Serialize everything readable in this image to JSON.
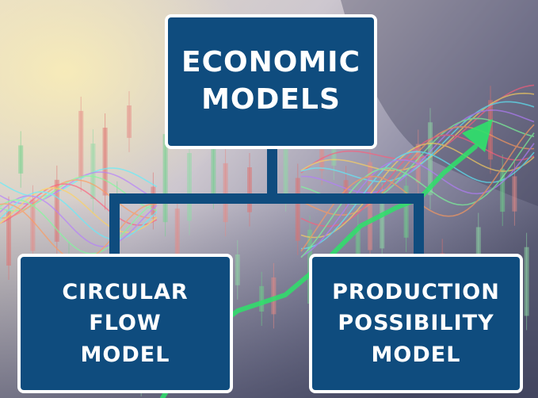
{
  "diagram": {
    "root": {
      "lines": [
        "ECONOMIC",
        "MODELS"
      ]
    },
    "children": [
      {
        "lines": [
          "CIRCULAR",
          "FLOW",
          "MODEL"
        ]
      },
      {
        "lines": [
          "PRODUCTION",
          "POSSIBILITY",
          "MODEL"
        ]
      }
    ]
  },
  "colors": {
    "box_fill": "#0f4c7e",
    "box_border": "#ffffff",
    "text": "#ffffff",
    "arrow": "#39e86a"
  }
}
